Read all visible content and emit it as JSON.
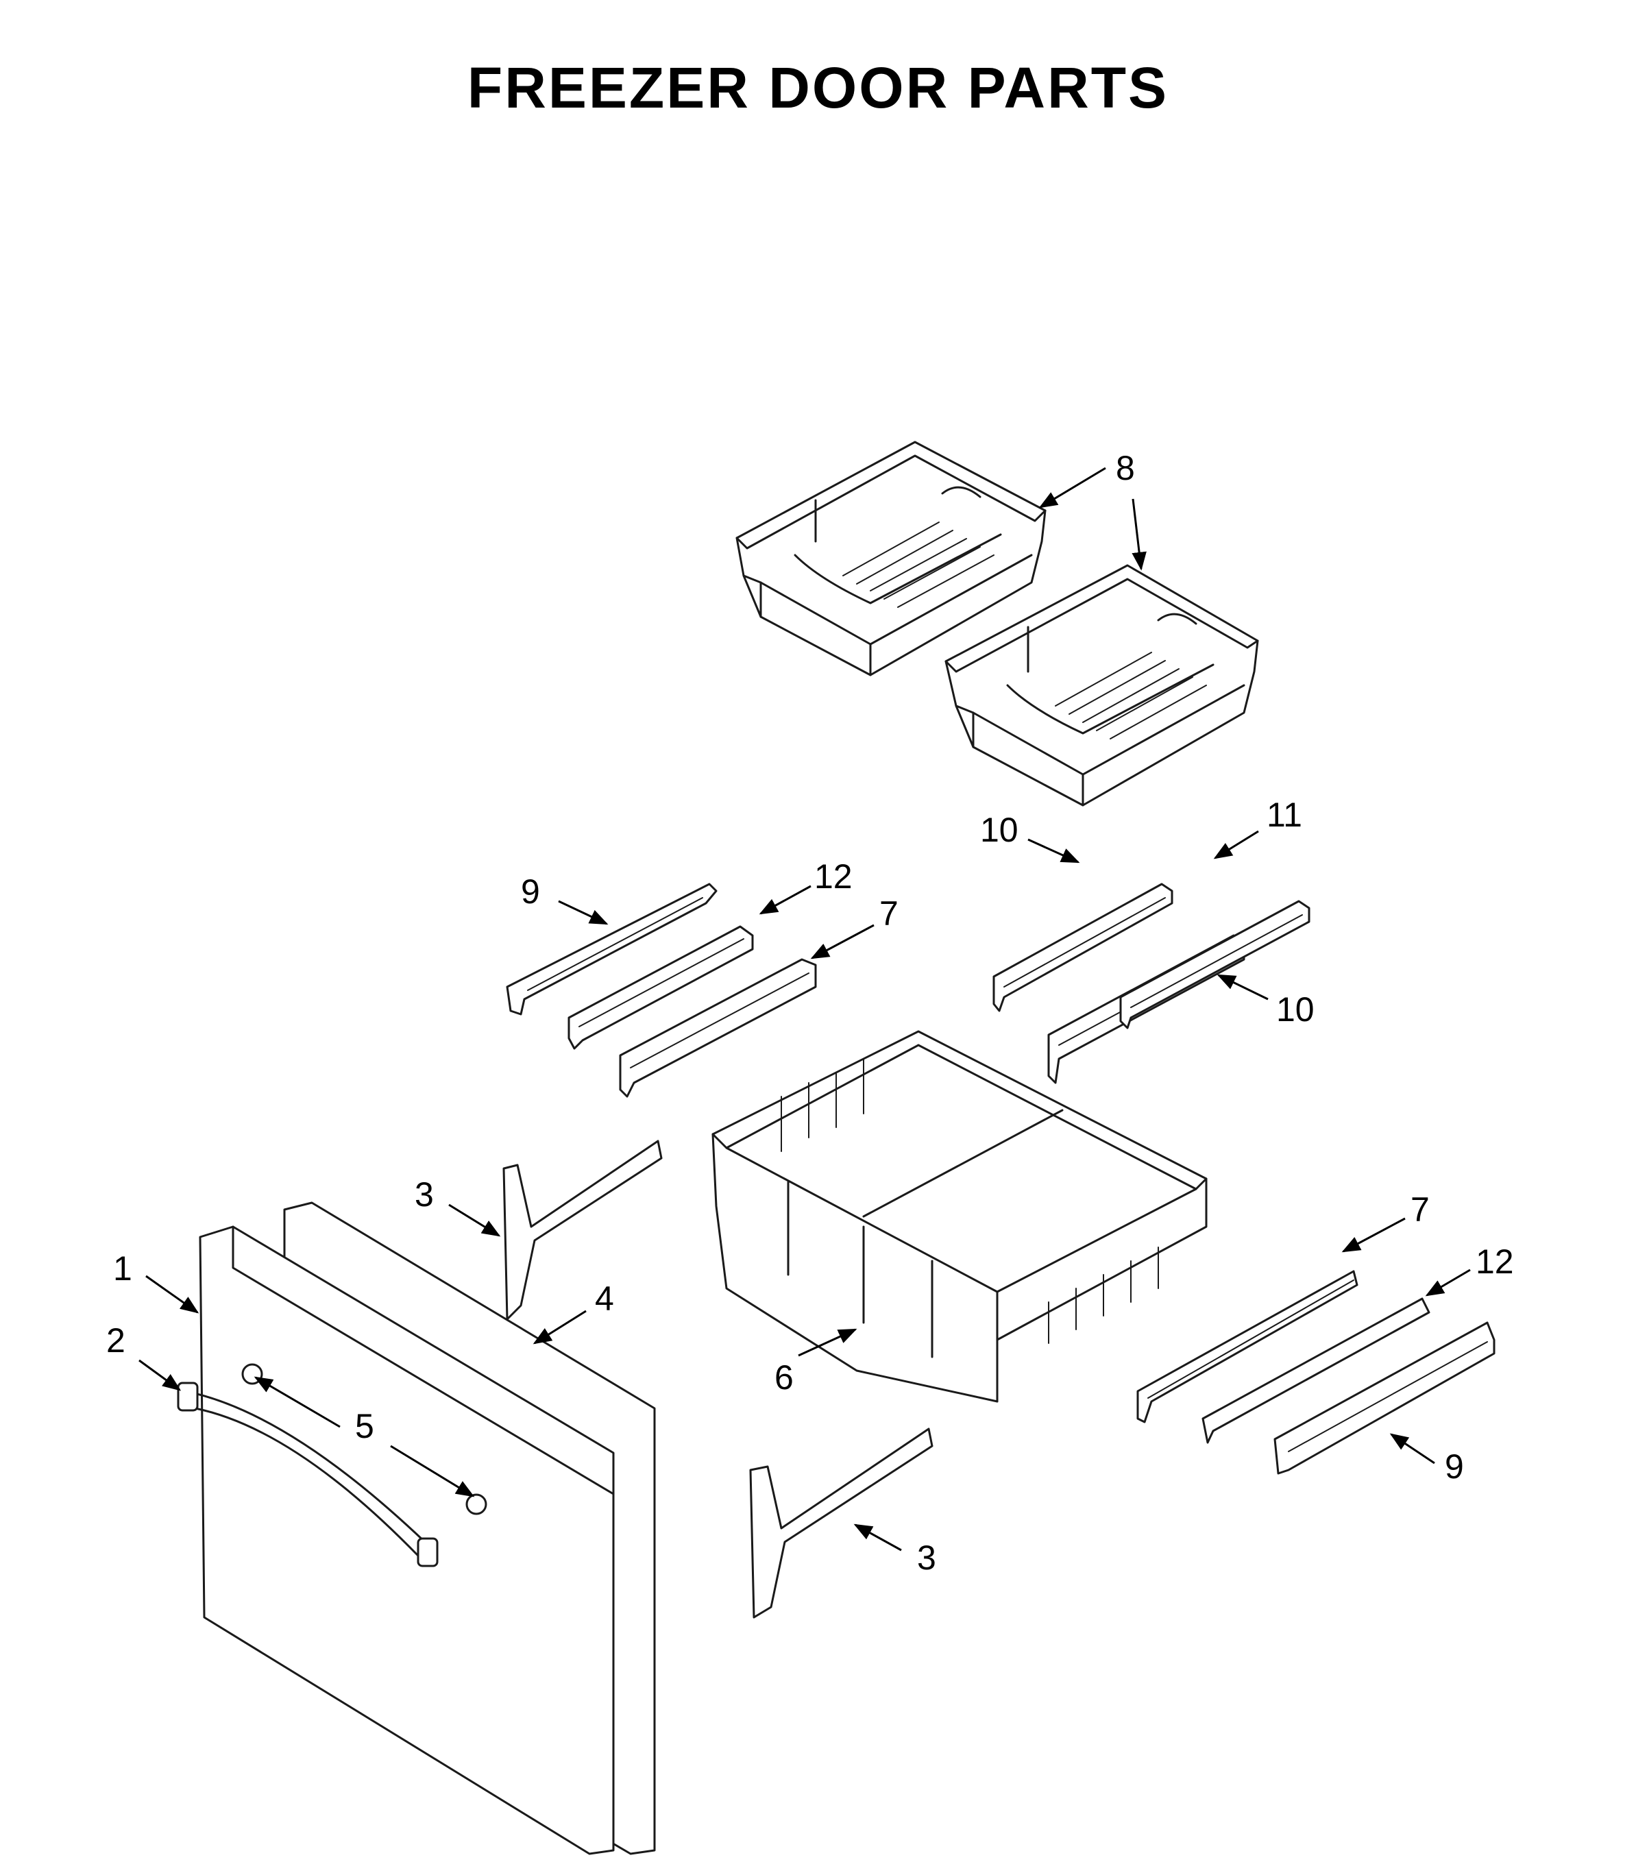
{
  "title": "FREEZER DOOR PARTS",
  "callouts": {
    "c1": "1",
    "c2": "2",
    "c3a": "3",
    "c3b": "3",
    "c4": "4",
    "c5": "5",
    "c6": "6",
    "c7a": "7",
    "c7b": "7",
    "c8": "8",
    "c9a": "9",
    "c9b": "9",
    "c10a": "10",
    "c10b": "10",
    "c11": "11",
    "c12a": "12",
    "c12b": "12"
  }
}
